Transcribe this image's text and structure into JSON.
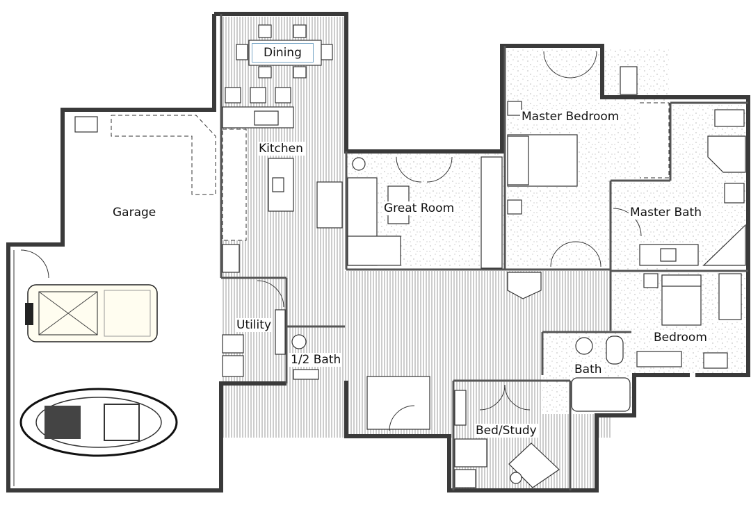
{
  "rooms": {
    "dining": "Dining",
    "kitchen": "Kitchen",
    "garage": "Garage",
    "great_room": "Great Room",
    "master_bedroom": "Master Bedroom",
    "master_bath": "Master Bath",
    "utility": "Utility",
    "half_bath": "1/2 Bath",
    "bedroom": "Bedroom",
    "bath": "Bath",
    "bed_study": "Bed/Study"
  },
  "colors": {
    "wall": "#3a3a3a",
    "hardwood_lines": "#9a9a9a",
    "tile_speckle": "#8a8a8a",
    "label_border": "#7aa7c7"
  }
}
